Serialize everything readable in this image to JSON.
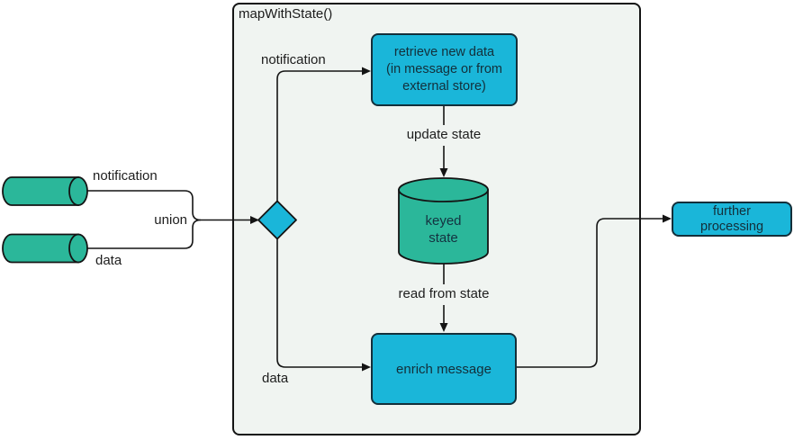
{
  "colors": {
    "teal": "#2bb79a",
    "cyan": "#1ab6d9",
    "container_bg": "#f0f4f1",
    "line": "#141414",
    "node_text": "#132f3a"
  },
  "container": {
    "label": "mapWithState()"
  },
  "sources": {
    "notification_label": "notification",
    "data_label": "data",
    "union_label": "union"
  },
  "edges": {
    "notification": "notification",
    "data": "data",
    "update_state": "update state",
    "read_from_state": "read from state"
  },
  "nodes": {
    "retrieve": "retrieve new data\n(in message or from\nexternal store)",
    "keyed_state": "keyed\nstate",
    "enrich": "enrich message",
    "further": "further\nprocessing"
  }
}
